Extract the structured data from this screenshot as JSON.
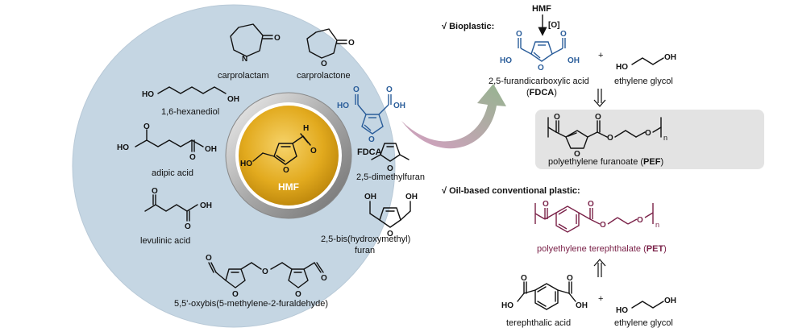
{
  "colors": {
    "circle_fill": "#c5d6e3",
    "hmf_gold": "#e2aa1e",
    "fdca_blue": "#2a5d9a",
    "pet_maroon": "#7a2148",
    "pef_box": "#e3e3e3",
    "arrow_gradient": [
      "#d49ac0",
      "#8fb089"
    ]
  },
  "center": {
    "label": "HMF"
  },
  "circle": {
    "caprolactam": "carprolactam",
    "caprolactone": "carprolactone",
    "hexanediol": "1,6-hexanediol",
    "adipic_acid": "adipic acid",
    "levulinic_acid": "levulinic acid",
    "fdca": "FDCA",
    "dimethylfuran": "2,5-dimethylfuran",
    "bhmf_line1": "2,5-bis(hydroxymethyl)",
    "bhmf_line2": "furan",
    "oxybis": "5,5'-oxybis(5-methylene-2-furaldehyde)"
  },
  "atoms": {
    "h": "H",
    "nh": "N",
    "o": "O",
    "oh": "OH",
    "ho": "HO"
  },
  "right": {
    "bioplastic_header": "√ Bioplastic:",
    "hmf_top": "HMF",
    "oxidation": "[O]",
    "plus": "+",
    "fdca_name": "2,5-furandicarboxylic acid",
    "fdca_paren_open": "(",
    "fdca_abbr": "FDCA",
    "fdca_paren_close": ")",
    "eg_1": "ethylene glycol",
    "pef_name": "polyethylene furanoate (",
    "pef_abbr": "PEF",
    "pef_close": ")",
    "n": "n",
    "oil_header": "√ Oil-based conventional plastic:",
    "pet_name": "polyethylene terephthalate (",
    "pet_abbr": "PET",
    "pet_close": ")",
    "tpa_name": "terephthalic acid",
    "eg_2": "ethylene glycol"
  }
}
